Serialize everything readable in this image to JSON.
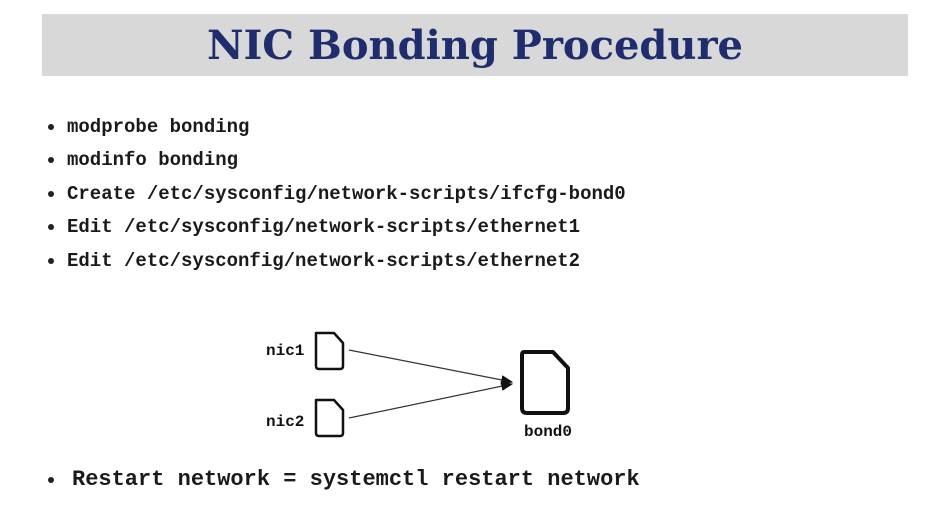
{
  "slide": {
    "title": "NIC Bonding Procedure",
    "bullets": [
      "modprobe bonding",
      "modinfo bonding",
      "Create /etc/sysconfig/network-scripts/ifcfg-bond0",
      "Edit /etc/sysconfig/network-scripts/ethernet1",
      "Edit /etc/sysconfig/network-scripts/ethernet2"
    ],
    "footer_bullet": "Restart network = systemctl restart network"
  },
  "diagram": {
    "nic1_label": "nic1",
    "nic2_label": "nic2",
    "bond_label": "bond0",
    "icons": {
      "nic1": "document-icon",
      "nic2": "document-icon",
      "bond0": "document-icon"
    }
  },
  "colors": {
    "title": "#1f2d6e",
    "title_bar": "#d8d8d8"
  }
}
